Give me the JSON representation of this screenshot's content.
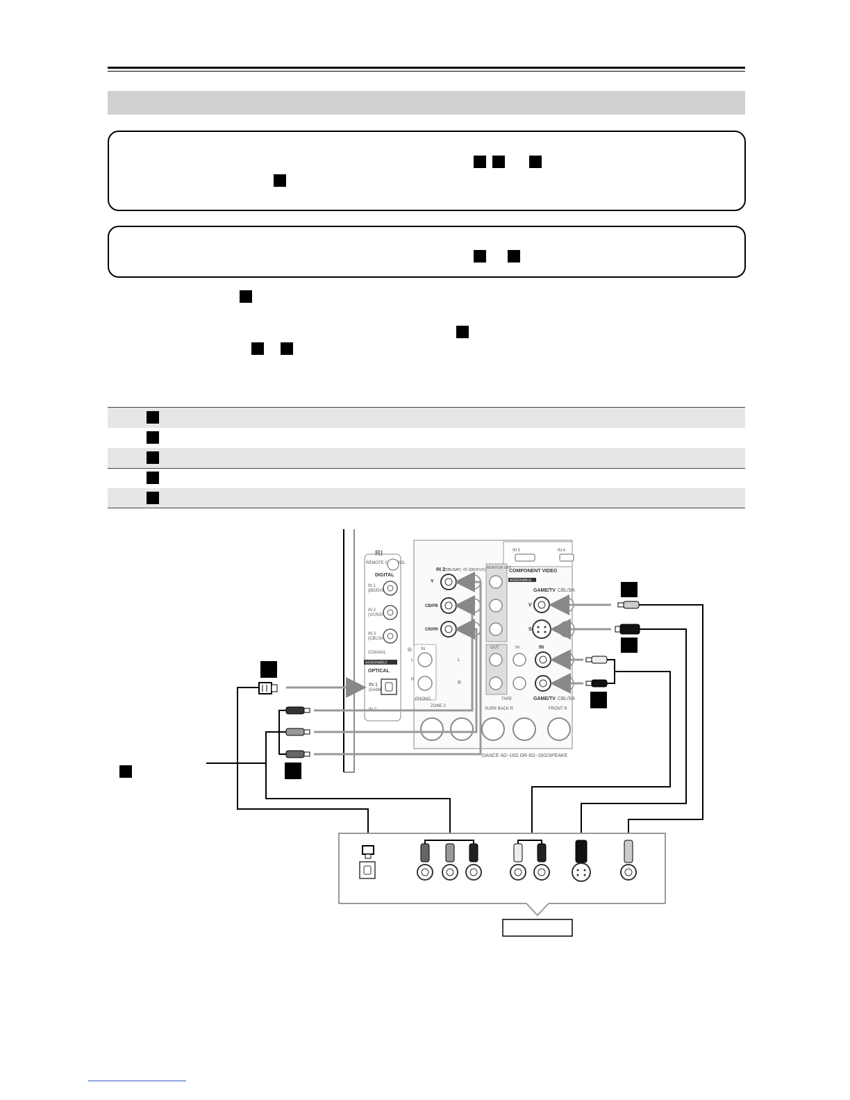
{
  "diagram": {
    "receiver": {
      "remote_control": "REMOTE CONTROL",
      "digital": "DIGITAL",
      "digital_in1": "IN 1",
      "digital_in1_sub": "(BD/DVD)",
      "digital_in2": "IN 2",
      "digital_in2_sub": "(VCR/DVR)",
      "digital_in3": "IN 3",
      "digital_in3_sub": "(CBL/SAT)",
      "coaxial": "COAXIAL",
      "assignable": "ASSIGNABLE",
      "optical": "OPTICAL",
      "optical_in1": "IN 1",
      "optical_in1_sub": "(GAME/TV)",
      "optical_in2": "IN 2",
      "comp_in2": "IN 2",
      "comp_in2_sub": "(CBL/SAT)",
      "comp_in1": "IN 1",
      "comp_in1_sub": "(BD/DVD)",
      "monitor_out": "MONITOR OUT",
      "y": "Y",
      "cb": "CB/PB",
      "cr": "CR/PR",
      "component_video": "COMPONENT VIDEO",
      "hdmi_in5": "IN 5",
      "hdmi_in4": "IN 4",
      "game_tv": "GAME/TV",
      "cbl_sat": "CBL/SA",
      "v": "V",
      "s": "S",
      "in": "IN",
      "out": "OUT",
      "tape": "TAPE",
      "phono": "PHONO",
      "zone2": "ZONE 2",
      "l": "L",
      "r": "R",
      "surr_back_r": "SURR BACK R",
      "front_r": "FRONT R",
      "impedance": "DANCE 4Ω~16Ω OR 6Ω~16Ω/SPEAKE"
    }
  }
}
